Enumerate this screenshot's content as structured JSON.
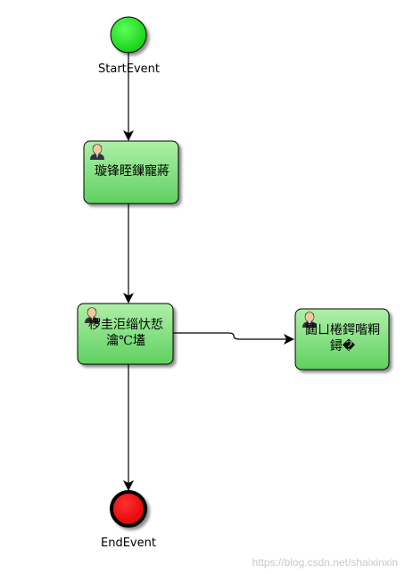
{
  "diagram": {
    "start_event": {
      "label": "StartEvent",
      "fill": "#22dd22"
    },
    "end_event": {
      "label": "EndEvent",
      "fill": "#ee0000"
    },
    "tasks": [
      {
        "line1": "璇锋眰鏁寵蔣",
        "line2": "",
        "icon": "user-icon"
      },
      {
        "line1": "椤圭洰缁忕悊",
        "line2": "瀹℃壒",
        "icon": "user-icon"
      },
      {
        "line1": "閮ㄩ棬鍔喈粡",
        "line2": "鐞�",
        "icon": "user-icon"
      }
    ],
    "task_fill": "#77dd77",
    "watermark": "https://blog.csdn.net/shaixinxin"
  }
}
